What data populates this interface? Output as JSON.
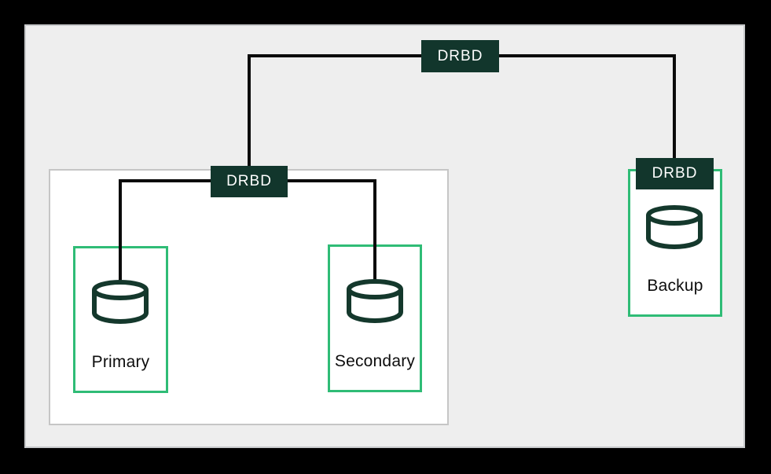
{
  "diagram": {
    "type": "drbd-replication-architecture",
    "connector_labels": {
      "top": "DRBD",
      "cluster": "DRBD",
      "backup": "DRBD"
    },
    "nodes": {
      "primary": {
        "label": "Primary",
        "icon": "database-cylinder-icon"
      },
      "secondary": {
        "label": "Secondary",
        "icon": "database-cylinder-icon"
      },
      "backup": {
        "label": "Backup",
        "icon": "database-cylinder-icon"
      }
    },
    "edges": [
      {
        "from": "primary",
        "to": "secondary",
        "via_label": "DRBD"
      },
      {
        "from": "cluster",
        "to": "backup",
        "via_label": "DRBD"
      }
    ],
    "colors": {
      "outer_background": "#000000",
      "panel_bg": "#eeeeee",
      "panel_border": "#c7c9cb",
      "cluster_bg": "#ffffff",
      "cluster_border": "#c6c6c6",
      "node_border_green": "#2fbc76",
      "drbd_box_bg": "#12362c",
      "drbd_text": "#ffffff",
      "cylinder_stroke": "#14382c",
      "connector_line": "#0b0b0b",
      "node_label_text": "#0d0d0d"
    }
  }
}
